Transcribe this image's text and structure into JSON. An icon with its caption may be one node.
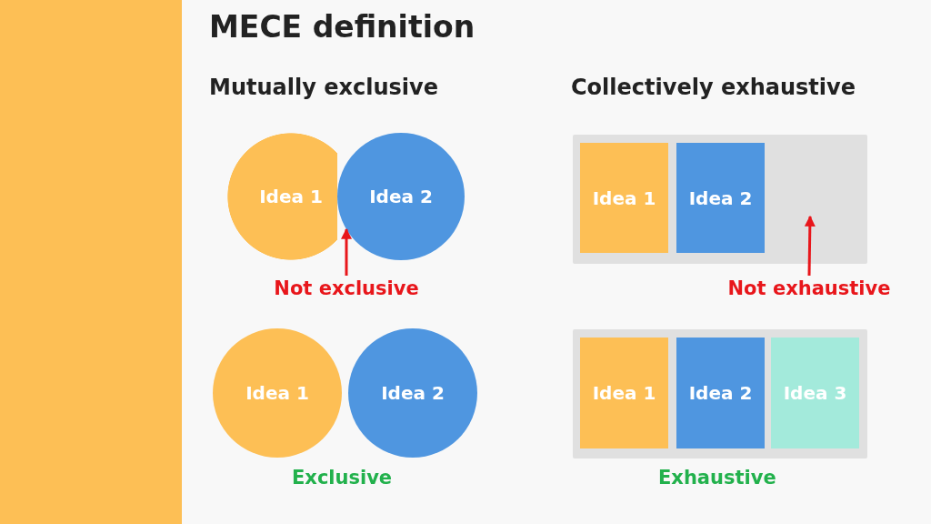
{
  "diagram": {
    "title": "MECE definition",
    "nodes": [
      {
        "text": [
          "Idea 1"
        ]
      },
      {
        "text": [
          "Idea 2"
        ]
      },
      {
        "text": [
          "Not exclusive"
        ]
      },
      {
        "text": [],
        "shape": "box"
      },
      {
        "text": [
          "Idea 1"
        ],
        "in": 3
      },
      {
        "text": [
          "Idea 2"
        ],
        "in": 3
      },
      {
        "text": [
          "Not exhaustive"
        ]
      },
      {
        "text": [
          "Idea 1"
        ]
      },
      {
        "text": [
          "Idea 2"
        ]
      },
      {
        "text": [],
        "shape": "box"
      },
      {
        "text": [
          "Idea 1"
        ],
        "in": 9
      },
      {
        "text": [
          "Idea 2"
        ],
        "in": 9
      },
      {
        "text": [
          "Idea 3"
        ],
        "in": 9
      },
      {
        "text": [],
        "shape": "bar"
      }
    ],
    "edges": [
      {
        "from": 2,
        "to": 1,
        "arrow": "to"
      },
      {
        "from": 6,
        "to": null,
        "arrow": "to"
      }
    ],
    "labels": [
      "Mutually exclusive",
      "Collectively exhaustive",
      "Exclusive",
      "Exhaustive"
    ]
  }
}
